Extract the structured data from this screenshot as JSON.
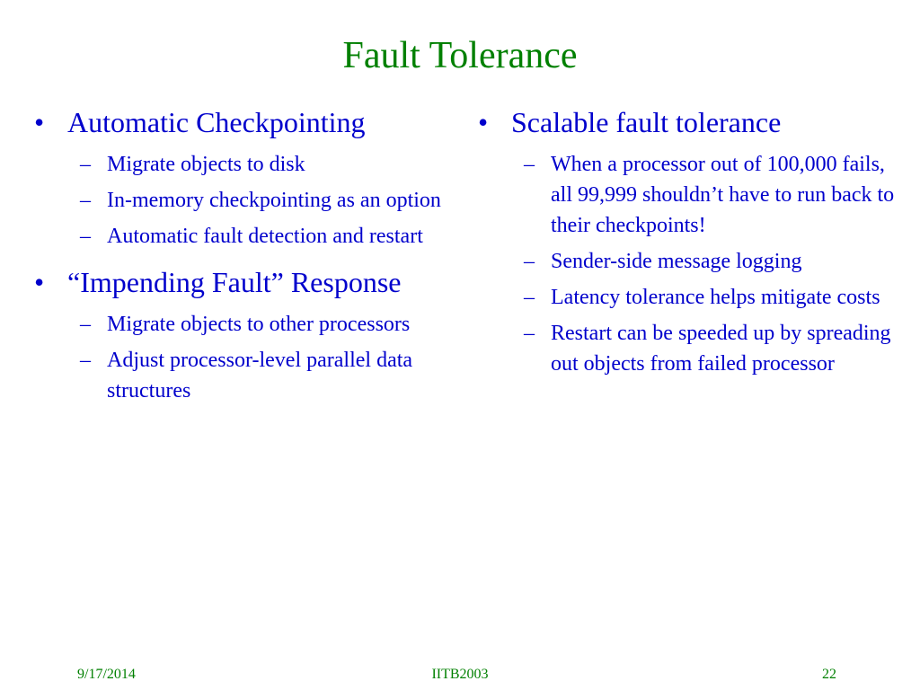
{
  "title": "Fault Tolerance",
  "bullet_char": "•",
  "dash_char": "–",
  "left_column": [
    {
      "text": "Automatic Checkpointing",
      "sub": [
        "Migrate objects to disk",
        "In-memory checkpointing as an option",
        "Automatic fault detection and restart"
      ]
    },
    {
      "text": "“Impending Fault” Response",
      "sub": [
        "Migrate objects to other processors",
        "Adjust processor-level parallel data structures"
      ]
    }
  ],
  "right_column": [
    {
      "text": "Scalable fault tolerance",
      "sub": [
        "When a processor out of 100,000 fails, all 99,999 shouldn’t have to run back to their checkpoints!",
        "Sender-side message logging",
        "Latency tolerance helps mitigate costs",
        "Restart can be speeded up by spreading out objects from failed processor"
      ]
    }
  ],
  "footer": {
    "date": "9/17/2014",
    "center": "IITB2003",
    "page": "22"
  },
  "colors": {
    "title": "#008000",
    "body": "#0000cc",
    "footer": "#008000"
  }
}
